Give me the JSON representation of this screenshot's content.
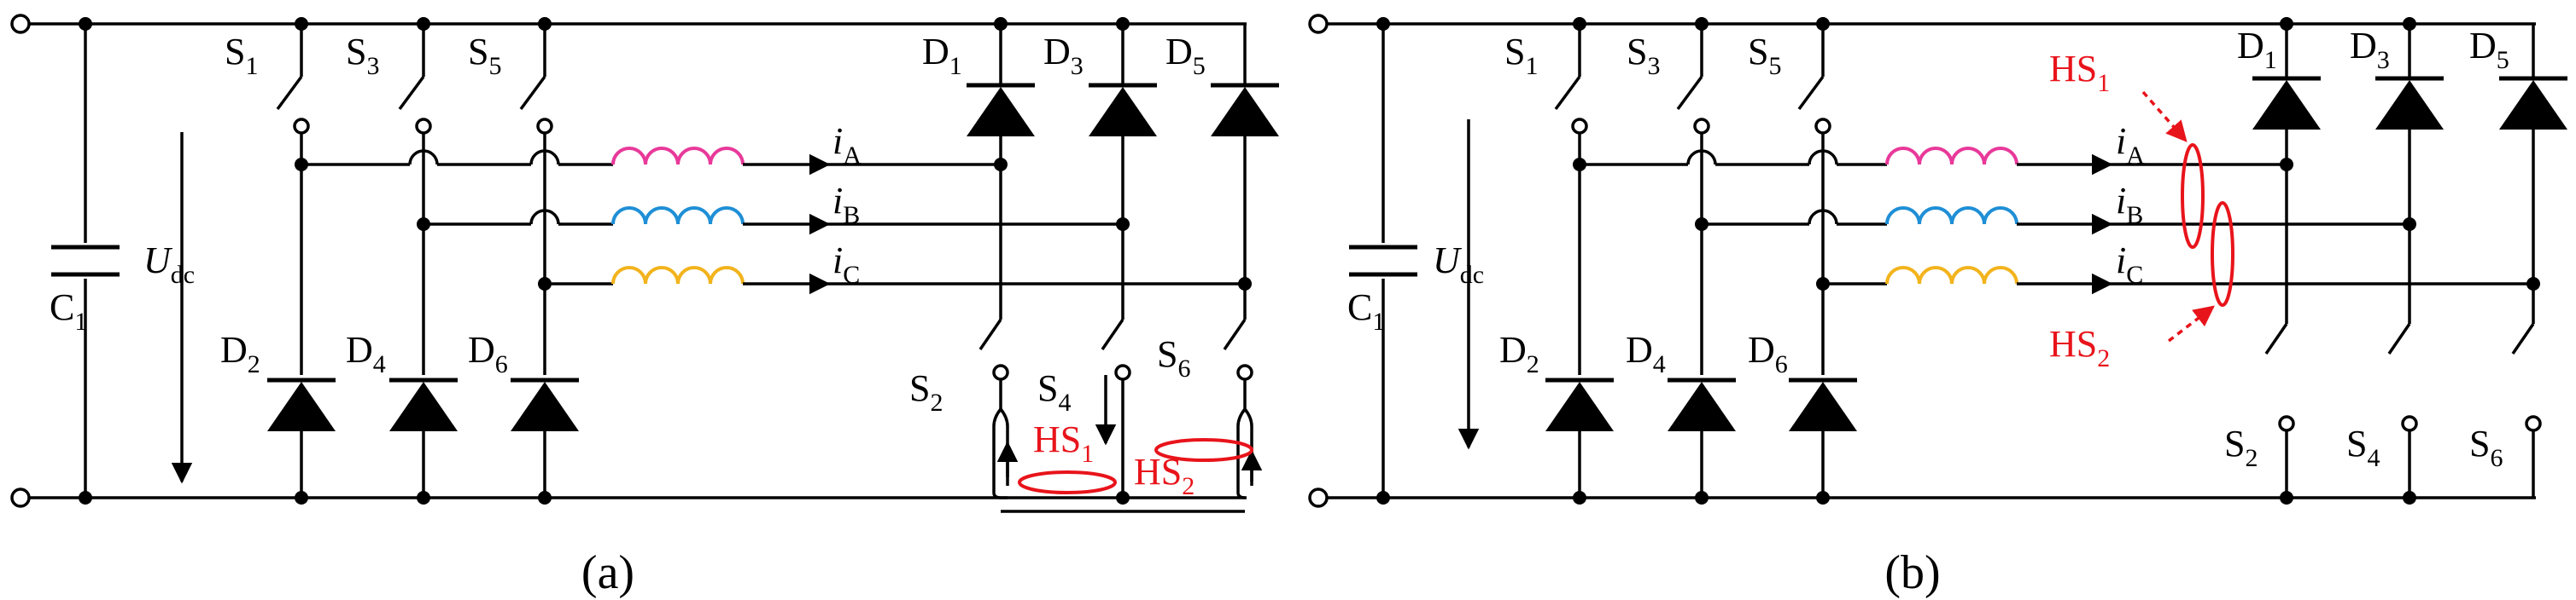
{
  "panels": [
    {
      "caption": "(a)",
      "switch_labels": [
        {
          "main": "S",
          "sub": "1"
        },
        {
          "main": "S",
          "sub": "3"
        },
        {
          "main": "S",
          "sub": "5"
        },
        {
          "main": "S",
          "sub": "2"
        },
        {
          "main": "S",
          "sub": "4"
        },
        {
          "main": "S",
          "sub": "6"
        }
      ],
      "diode_labels": [
        {
          "main": "D",
          "sub": "1"
        },
        {
          "main": "D",
          "sub": "3"
        },
        {
          "main": "D",
          "sub": "5"
        },
        {
          "main": "D",
          "sub": "2"
        },
        {
          "main": "D",
          "sub": "4"
        },
        {
          "main": "D",
          "sub": "6"
        }
      ],
      "currents": [
        {
          "main": "i",
          "sub": "A"
        },
        {
          "main": "i",
          "sub": "B"
        },
        {
          "main": "i",
          "sub": "C"
        }
      ],
      "capacitor": {
        "main": "C",
        "sub": "1"
      },
      "voltage": {
        "main": "U",
        "sub": "dc"
      },
      "hall_sensors": [
        {
          "main": "HS",
          "sub": "1"
        },
        {
          "main": "HS",
          "sub": "2"
        }
      ]
    },
    {
      "caption": "(b)",
      "switch_labels": [
        {
          "main": "S",
          "sub": "1"
        },
        {
          "main": "S",
          "sub": "3"
        },
        {
          "main": "S",
          "sub": "5"
        },
        {
          "main": "S",
          "sub": "2"
        },
        {
          "main": "S",
          "sub": "4"
        },
        {
          "main": "S",
          "sub": "6"
        }
      ],
      "diode_labels": [
        {
          "main": "D",
          "sub": "1"
        },
        {
          "main": "D",
          "sub": "3"
        },
        {
          "main": "D",
          "sub": "5"
        },
        {
          "main": "D",
          "sub": "2"
        },
        {
          "main": "D",
          "sub": "4"
        },
        {
          "main": "D",
          "sub": "6"
        }
      ],
      "currents": [
        {
          "main": "i",
          "sub": "A"
        },
        {
          "main": "i",
          "sub": "B"
        },
        {
          "main": "i",
          "sub": "C"
        }
      ],
      "capacitor": {
        "main": "C",
        "sub": "1"
      },
      "voltage": {
        "main": "U",
        "sub": "dc"
      },
      "hall_sensors": [
        {
          "main": "HS",
          "sub": "1"
        },
        {
          "main": "HS",
          "sub": "2"
        }
      ]
    }
  ],
  "colors": {
    "wire": "#000000",
    "phase_a_winding": "#e8399a",
    "phase_b_winding": "#1f8fd6",
    "phase_c_winding": "#f2b31c",
    "sensor": "#e8141b"
  }
}
